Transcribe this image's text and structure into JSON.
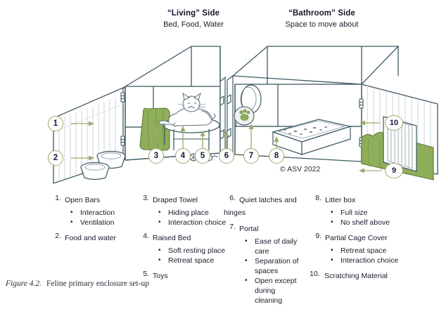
{
  "headers": {
    "living": {
      "title": "“Living” Side",
      "subtitle": "Bed, Food, Water"
    },
    "bathroom": {
      "title": "“Bathroom” Side",
      "subtitle": "Space to move about"
    }
  },
  "callouts": [
    {
      "id": "1",
      "label": "1"
    },
    {
      "id": "2",
      "label": "2"
    },
    {
      "id": "3",
      "label": "3"
    },
    {
      "id": "4",
      "label": "4"
    },
    {
      "id": "5",
      "label": "5"
    },
    {
      "id": "6",
      "label": "6"
    },
    {
      "id": "7",
      "label": "7"
    },
    {
      "id": "8",
      "label": "8"
    },
    {
      "id": "9",
      "label": "9"
    },
    {
      "id": "10",
      "label": "10"
    }
  ],
  "copyright": "© ASV 2022",
  "legend": {
    "columns": [
      {
        "items": [
          {
            "number": "1.",
            "label": "Open Bars",
            "sub": [
              "Interaction",
              "Ventilation"
            ]
          },
          {
            "number": "2.",
            "label": "Food and water",
            "sub": []
          }
        ]
      },
      {
        "items": [
          {
            "number": "3.",
            "label": "Draped Towel",
            "sub": [
              "Hiding place",
              "Interaction choice"
            ]
          },
          {
            "number": "4.",
            "label": "Raised Bed",
            "sub": [
              "Soft resting place",
              "Retreat space"
            ]
          },
          {
            "number": "5.",
            "label": "Toys",
            "sub": []
          }
        ]
      },
      {
        "items": [
          {
            "number": "6.",
            "label": "Quiet latches and hinges",
            "sub": []
          },
          {
            "number": "7.",
            "label": "Portal",
            "sub": [
              "Ease of daily care",
              "Separation of spaces",
              "Open except during cleaning"
            ]
          }
        ]
      },
      {
        "items": [
          {
            "number": "8.",
            "label": "Litter box",
            "sub": [
              "Full size",
              "No shelf above"
            ]
          },
          {
            "number": "9.",
            "label": "Partial Cage Cover",
            "sub": [
              "Retreat space",
              "Interaction choice"
            ]
          },
          {
            "number": "10.",
            "label": "Scratching Material",
            "sub": []
          }
        ]
      }
    ]
  },
  "caption": {
    "figure_number": "Figure 4.2.",
    "text": "Feline primary enclosure set-up"
  },
  "colors": {
    "line": "#3d5a62",
    "fabric_green": "#8fae5a",
    "callout_ring": "#9ea96d",
    "arrow": "#9ea96d",
    "text": "#1b1b2c"
  },
  "diagram": {
    "description": "Isometric line drawing of a two-compartment feline cage with open doors",
    "elements": [
      "open-bar-door",
      "food-bowl",
      "water-bowl",
      "draped-towel",
      "raised-bed",
      "cat",
      "toy-ball",
      "toy-mouse",
      "latch-hinge",
      "portal-door",
      "paw-tag",
      "litter-box",
      "partial-cage-cover",
      "scratching-pad"
    ]
  }
}
